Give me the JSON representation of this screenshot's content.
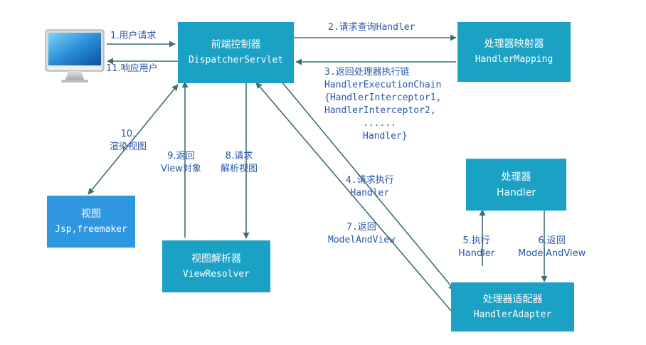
{
  "nodes": {
    "dispatcher": {
      "title": "前端控制器",
      "subtitle": "DispatcherServlet"
    },
    "handler_mapping": {
      "title": "处理器映射器",
      "subtitle": "HandlerMapping"
    },
    "handler": {
      "title": "处理器",
      "subtitle": "Handler"
    },
    "handler_adapter": {
      "title": "处理器适配器",
      "subtitle": "HandlerAdapter"
    },
    "view": {
      "title": "视图",
      "subtitle": "Jsp,freemaker"
    },
    "view_resolver": {
      "title": "视图解析器",
      "subtitle": "ViewResolver"
    }
  },
  "steps": {
    "s1": "1.用户请求",
    "s2": "2.请求查询Handler",
    "s3": {
      "line1": "3.返回处理器执行链",
      "line2": "HandlerExecutionChain",
      "line3": "{HandlerInterceptor1,",
      "line4": "HandlerInterceptor2,",
      "line5": "......",
      "line6": "Handler}"
    },
    "s4": {
      "line1": "4.请求执行",
      "line2": "Handler"
    },
    "s5": {
      "line1": "5.执行",
      "line2": "Handler"
    },
    "s6": {
      "line1": "6.返回",
      "line2": "ModelAndView"
    },
    "s7": {
      "line1": "7.返回",
      "line2": "ModelAndView"
    },
    "s8": {
      "line1": "8.请求",
      "line2": "解析视图"
    },
    "s9": {
      "line1": "9.返回",
      "line2": "View对象"
    },
    "s10": {
      "line1": "10.",
      "line2": "渲染视图"
    },
    "s11": "11.响应用户"
  },
  "colors": {
    "box_teal": "#1aa1c4",
    "box_blue": "#2f96e0",
    "arrow": "#3d6e78",
    "label_text": "#2a56a8"
  },
  "icons": {
    "client": "computer-monitor-icon"
  }
}
